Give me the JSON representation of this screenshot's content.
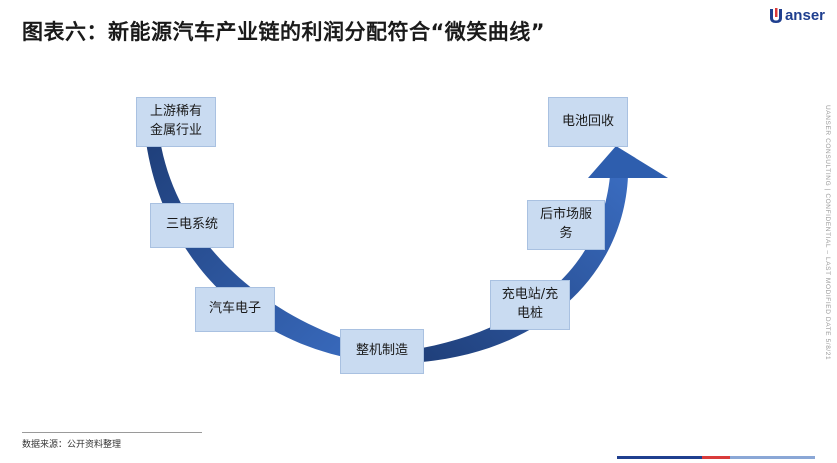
{
  "title": "图表六：新能源汽车产业链的利润分配符合“微笑曲线”",
  "logo": {
    "text": "anser",
    "brand_color": "#1f3f8f",
    "accent_color": "#d93b3b"
  },
  "side_note": "UANSER CONSULTING  |  CONFIDENTIAL – LAST MODIFIED DATE 5/8/21",
  "diagram": {
    "box_color": "#c9dbf1",
    "arrow_color": "#2a5da8",
    "nodes": [
      {
        "id": "rare-earth",
        "label": "上游稀有金属行业"
      },
      {
        "id": "three-electric",
        "label": "三电系统"
      },
      {
        "id": "auto-electronics",
        "label": "汽车电子"
      },
      {
        "id": "vehicle-mfg",
        "label": "整机制造"
      },
      {
        "id": "charging",
        "label": "充电站/充电桩"
      },
      {
        "id": "aftermarket",
        "label": "后市场服务"
      },
      {
        "id": "recycling",
        "label": "电池回收"
      }
    ]
  },
  "source": "数据来源：公开资料整理",
  "bottom_bar_colors": [
    "#1f3f8f",
    "#d93b3b",
    "#8aa7d6"
  ]
}
